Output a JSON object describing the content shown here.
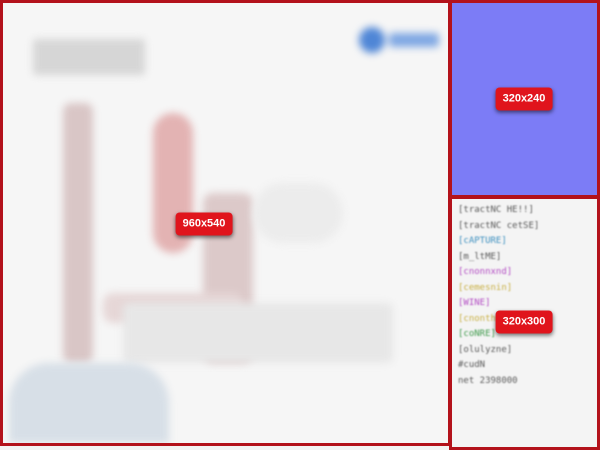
{
  "frames": {
    "main": {
      "label": "960x540"
    },
    "top": {
      "label": "320x240"
    },
    "bottom": {
      "label": "320x300"
    }
  },
  "colors": {
    "frame_border": "#b3121b",
    "badge_bg": "#e0141c",
    "top_frame_fill": "#7c7cf6"
  },
  "code_lines": [
    {
      "text": "[tractNC HE!!]",
      "color": "#5a5a5a"
    },
    {
      "text": "[tractNC cetSE]",
      "color": "#5a5a5a"
    },
    {
      "text": "[cAPTURE]",
      "color": "#3c8fbf"
    },
    {
      "text": "[m_ltME]",
      "color": "#5a5a5a"
    },
    {
      "text": "[cnonnxnd]",
      "color": "#b34cc4"
    },
    {
      "text": "[cemesnin]",
      "color": "#c9b044"
    },
    {
      "text": "[WINE]",
      "color": "#b34cc4"
    },
    {
      "text": "[cnonthtOcE]",
      "color": "#c9b044"
    },
    {
      "text": "[coNRE]",
      "color": "#3f9a4c"
    },
    {
      "text": "[olulyzne]",
      "color": "#5a5a5a"
    },
    {
      "text": "#cudN",
      "color": "#5a5a5a"
    },
    {
      "text": "net 2398000",
      "color": "#5a5a5a"
    }
  ]
}
